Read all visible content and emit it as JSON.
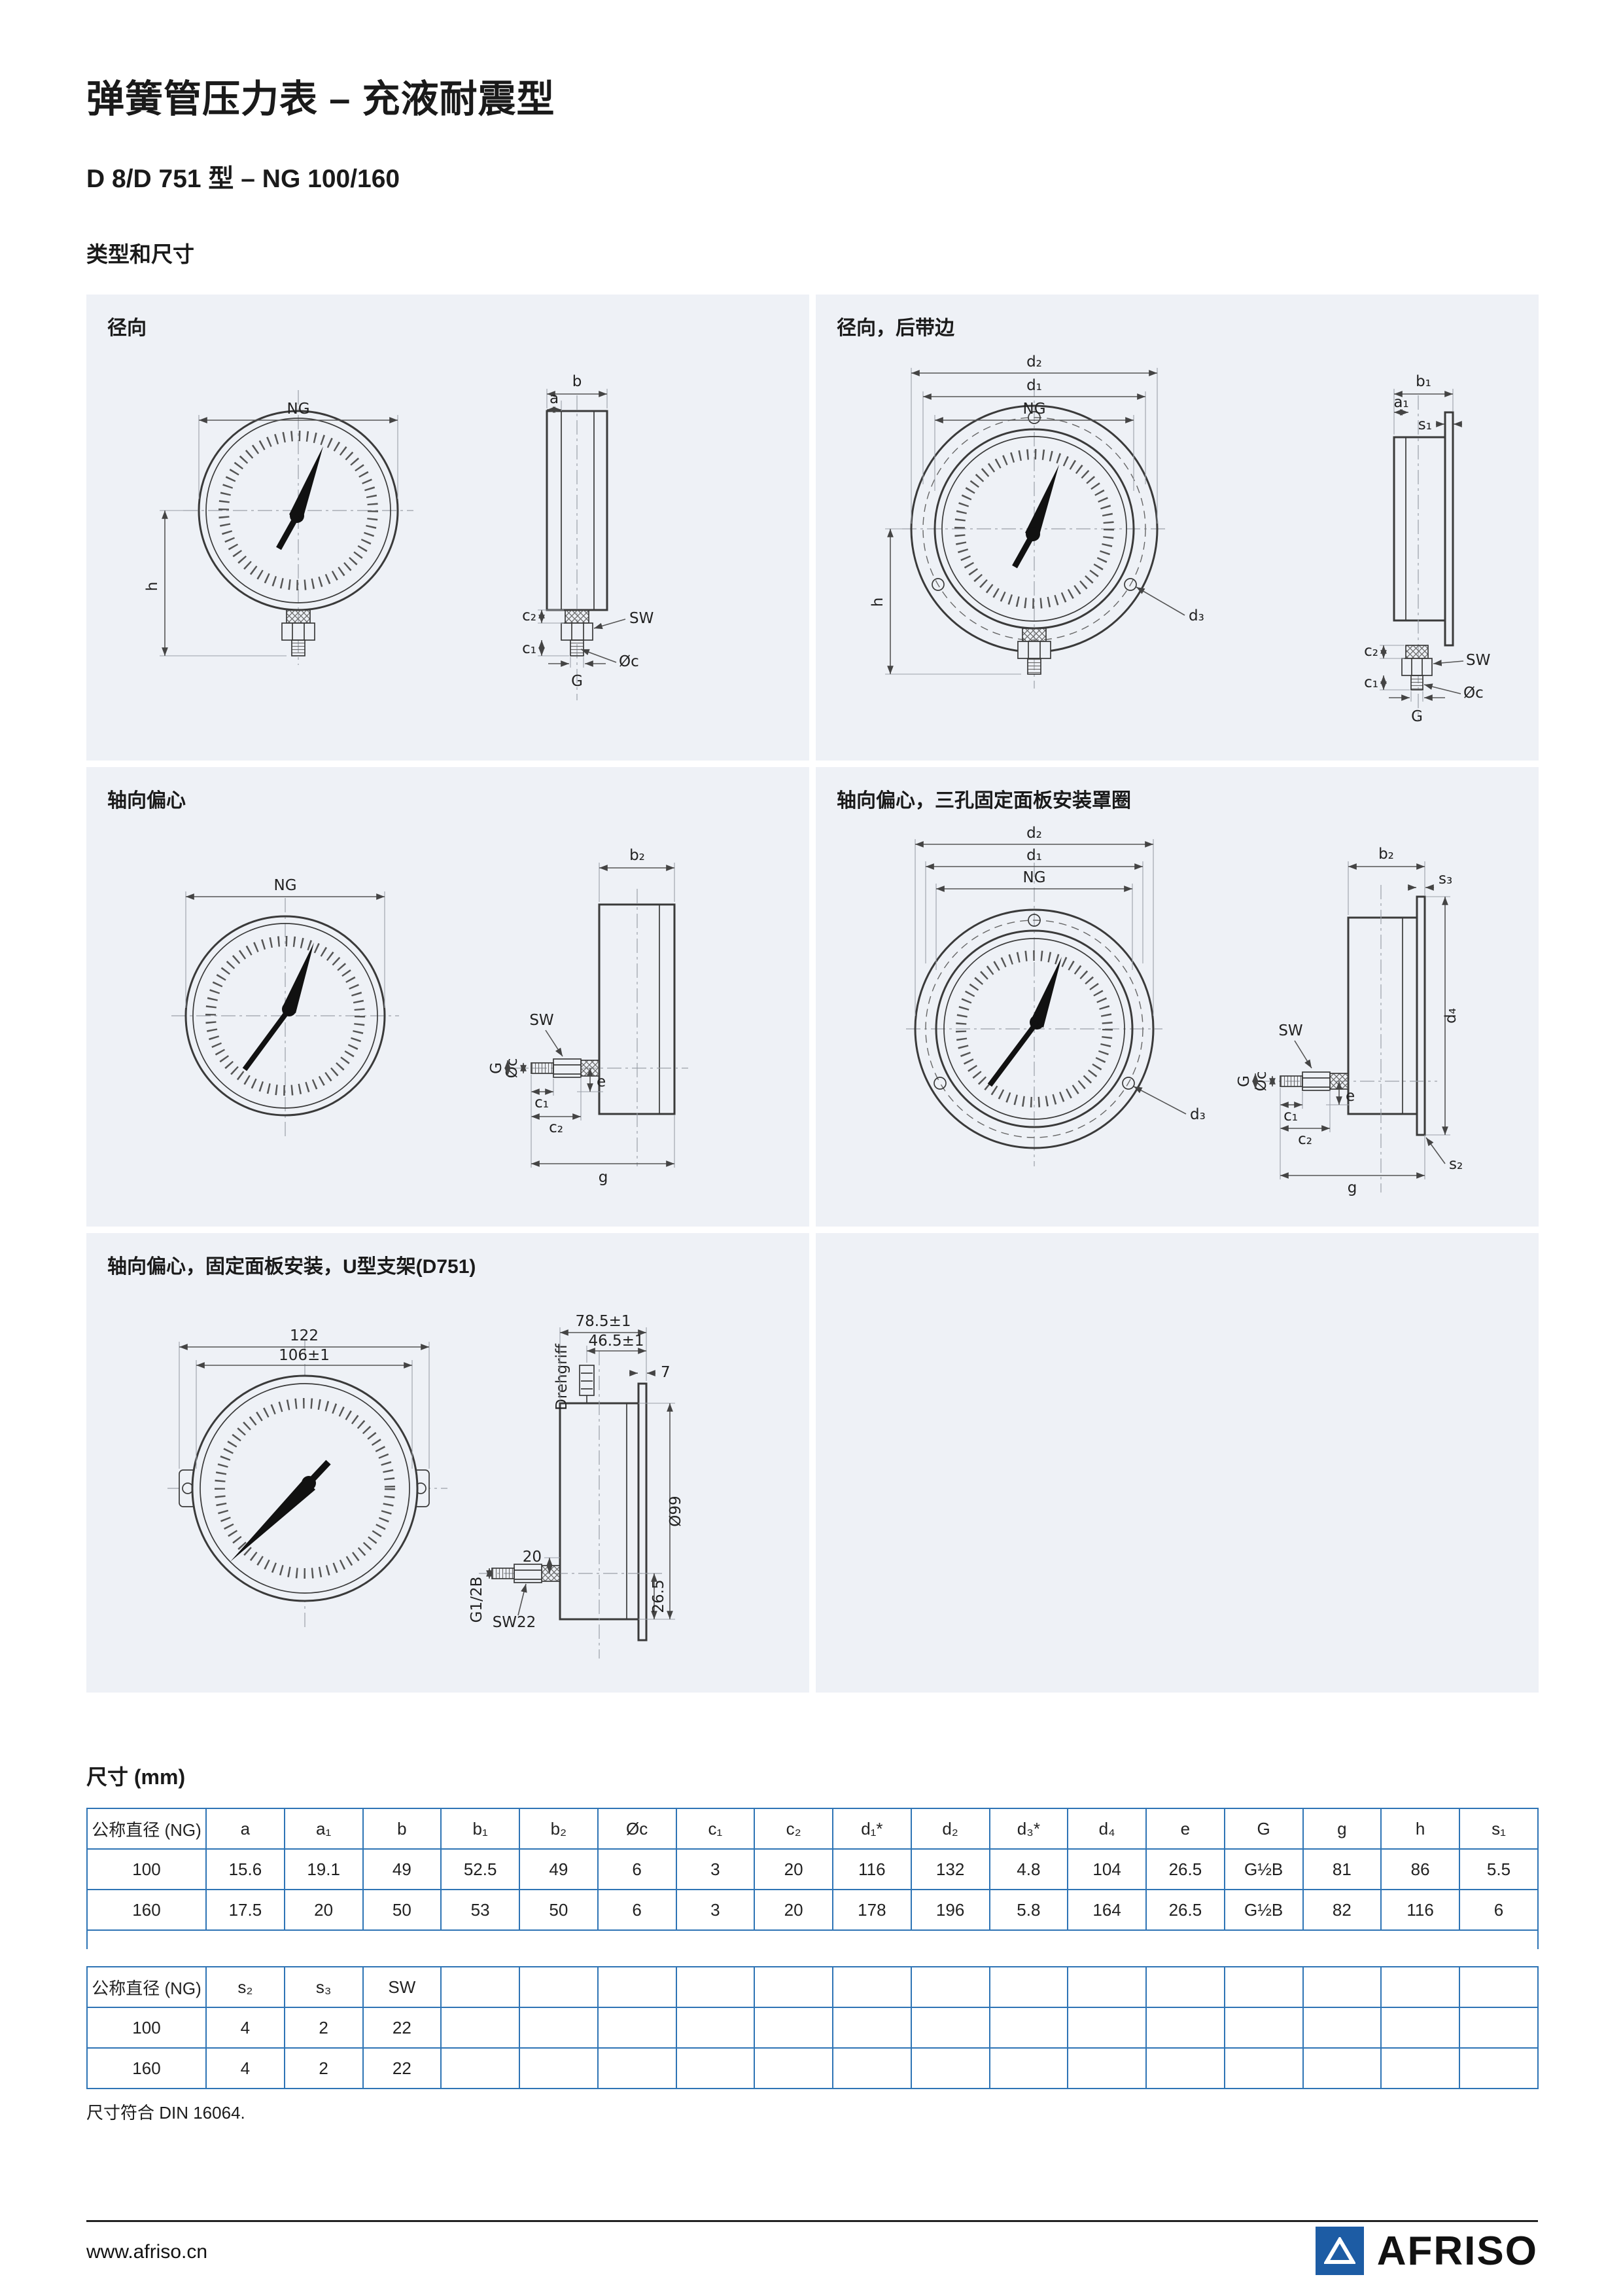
{
  "page": {
    "title": "弹簧管压力表 – 充液耐震型",
    "subtitle": "D 8/D 751 型 – NG 100/160",
    "section_heading": "类型和尺寸",
    "dims_heading": "尺寸 (mm)",
    "footnote": "尺寸符合 DIN 16064.",
    "footer": {
      "url": "www.afriso.cn",
      "brand": "AFRISO"
    },
    "colors": {
      "table_border": "#2e74b5",
      "panel_bg": "#eef1f6",
      "logo_blue": "#1d5ca4"
    }
  },
  "panels": [
    {
      "label": "径向",
      "dims": {
        "ng": "NG",
        "h": "h",
        "b": "b",
        "a": "a",
        "sw": "SW",
        "c2": "c₂",
        "c1": "c₁",
        "oc": "Øc",
        "g": "G"
      }
    },
    {
      "label": "径向，后带边",
      "dims": {
        "d2": "d₂",
        "d1": "d₁",
        "ng": "NG",
        "h": "h",
        "d3": "d₃",
        "b1": "b₁",
        "a1": "a₁",
        "s1": "s₁",
        "sw": "SW",
        "c2": "c₂",
        "c1": "c₁",
        "oc": "Øc",
        "g": "G"
      }
    },
    {
      "label": "轴向偏心",
      "dims": {
        "ng": "NG",
        "b2": "b₂",
        "sw": "SW",
        "oc": "Øc",
        "gt": "G",
        "e": "e",
        "c1": "c₁",
        "c2": "c₂",
        "g": "g"
      }
    },
    {
      "label": "轴向偏心，三孔固定面板安装罩圈",
      "dims": {
        "d2": "d₂",
        "d1": "d₁",
        "ng": "NG",
        "d3": "d₃",
        "b2": "b₂",
        "s3": "s₃",
        "d4": "d₄",
        "sw": "SW",
        "oc": "Øc",
        "gt": "G",
        "e": "e",
        "c1": "c₁",
        "c2": "c₂",
        "s2": "s₂",
        "g": "g"
      }
    },
    {
      "label": "轴向偏心，固定面板安装，U型支架(D751)",
      "dims": {
        "w122": "122",
        "w106": "106±1",
        "d785": "78.5±1",
        "d465": "46.5±1",
        "drehgriff": "Drehgriff",
        "n7": "7",
        "dia99": "Ø99",
        "n20": "20",
        "n265": "26.5",
        "sw22": "SW22",
        "g12b": "G1/2B"
      }
    }
  ],
  "dim_table": {
    "headers": [
      "公称直径 (NG)",
      "a",
      "a₁",
      "b",
      "b₁",
      "b₂",
      "Øc",
      "c₁",
      "c₂",
      "d₁*",
      "d₂",
      "d₃*",
      "d₄",
      "e",
      "G",
      "g",
      "h",
      "s₁"
    ],
    "rows": [
      [
        "100",
        "15.6",
        "19.1",
        "49",
        "52.5",
        "49",
        "6",
        "3",
        "20",
        "116",
        "132",
        "4.8",
        "104",
        "26.5",
        "G½B",
        "81",
        "86",
        "5.5"
      ],
      [
        "160",
        "17.5",
        "20",
        "50",
        "53",
        "50",
        "6",
        "3",
        "20",
        "178",
        "196",
        "5.8",
        "164",
        "26.5",
        "G½B",
        "82",
        "116",
        "6"
      ]
    ]
  },
  "dim_table2": {
    "headers": [
      "公称直径 (NG)",
      "s₂",
      "s₃",
      "SW"
    ],
    "rows": [
      [
        "100",
        "4",
        "2",
        "22"
      ],
      [
        "160",
        "4",
        "2",
        "22"
      ]
    ]
  }
}
